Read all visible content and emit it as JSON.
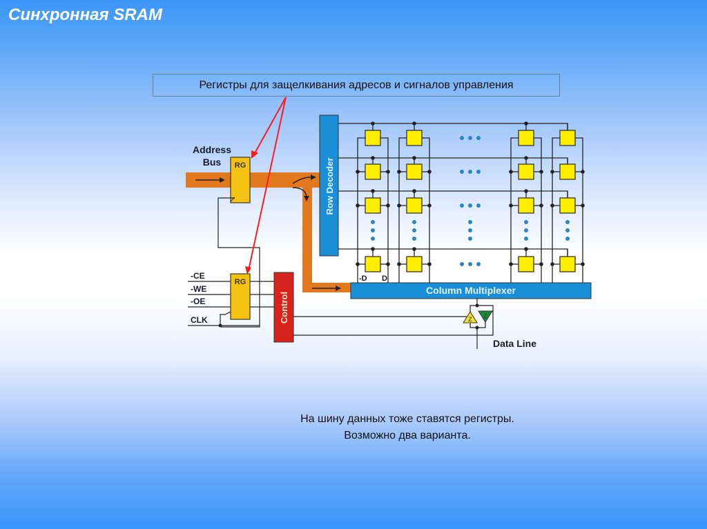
{
  "slide": {
    "title": "Синхронная SRAM",
    "callout": "Регистры для защелкивания адресов и сигналов управления",
    "note_line1": "На шину данных тоже ставятся регистры.",
    "note_line2": "Возможно два варианта."
  },
  "diagram": {
    "address_label_1": "Address",
    "address_label_2": "Bus",
    "register_label": "RG",
    "row_decoder_label": "Row Decoder",
    "column_mux_label": "Column Multiplexer",
    "control_label": "Control",
    "data_line_label": "Data Line",
    "signals": [
      "-CE",
      "-WE",
      "-OE",
      "CLK"
    ],
    "bitline_labels": {
      "neg": "-D",
      "pos": "D"
    },
    "tristate_label": "Z",
    "colors": {
      "bus": "#e2791e",
      "register": "#f5c211",
      "decoder": "#1a8ed6",
      "control": "#d8231d",
      "cell": "#ffee00",
      "ellipsis": "#2a86c4",
      "arrow": "#ff1a1a",
      "tristate_in": "#f0e22a",
      "tristate_out": "#1d8a3a"
    }
  }
}
